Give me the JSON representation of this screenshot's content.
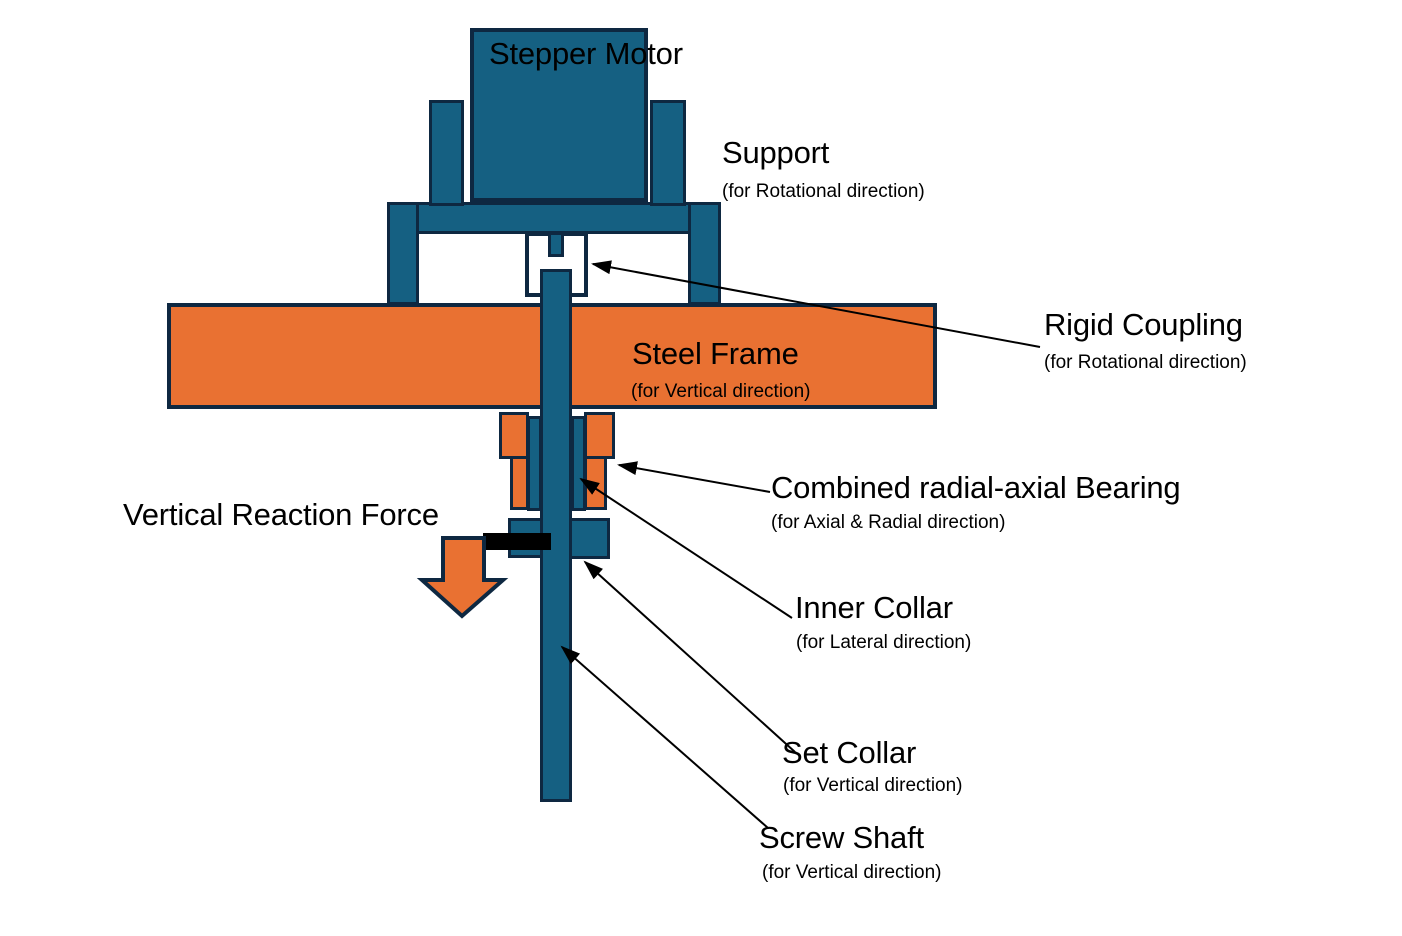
{
  "figure": {
    "type": "mechanical-assembly-annotated-diagram",
    "background": "#FFFFFF"
  },
  "colors": {
    "teal_fill": "#156082",
    "orange_fill": "#E97132",
    "outline": "#0E2841",
    "annotation_line": "#000000",
    "text": "#000000"
  },
  "parts": {
    "stepper_motor": {
      "label": "Stepper Motor"
    },
    "support": {
      "label": "Support",
      "note": "(for Rotational direction)"
    },
    "steel_frame": {
      "label": "Steel Frame",
      "note": "(for Vertical direction)"
    },
    "rigid_coupling": {
      "label": "Rigid Coupling",
      "note": "(for Rotational direction)"
    },
    "bearing": {
      "label": "Combined radial-axial Bearing",
      "note": "(for Axial & Radial direction)"
    },
    "inner_collar": {
      "label": "Inner Collar",
      "note": "(for Lateral direction)"
    },
    "set_collar": {
      "label": "Set Collar",
      "note": "(for Vertical direction)"
    },
    "screw_shaft": {
      "label": "Screw Shaft",
      "note": "(for Vertical direction)"
    },
    "vertical_reaction_force": {
      "label": "Vertical Reaction Force"
    }
  }
}
